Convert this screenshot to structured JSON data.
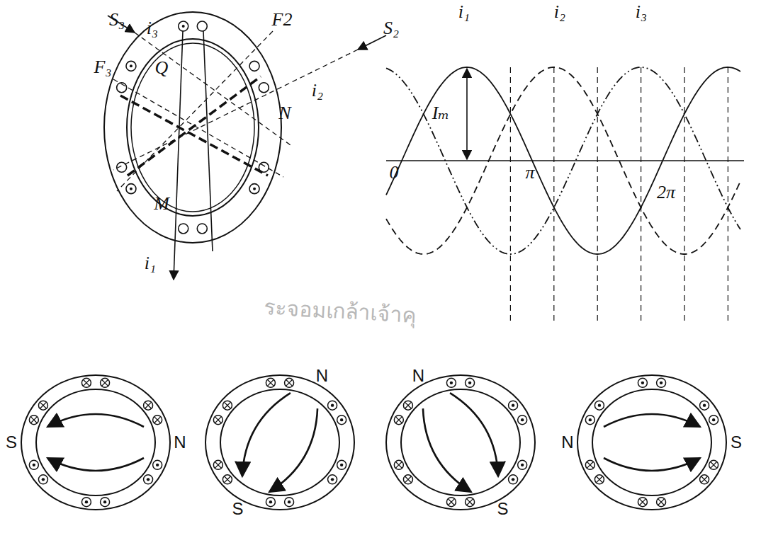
{
  "diagram": {
    "labels": [
      "S₃",
      "i₃",
      "F₃",
      "F2",
      "S₂",
      "i₂",
      "Q",
      "N",
      "M",
      "i₁",
      "i₁",
      "i₂",
      "i₃",
      "Iₘ",
      "0",
      "π",
      "2π",
      "ระจอมเกล้าเจ้าคุ",
      "S",
      "N",
      "N",
      "S",
      "N",
      "S",
      "N",
      "S"
    ]
  }
}
